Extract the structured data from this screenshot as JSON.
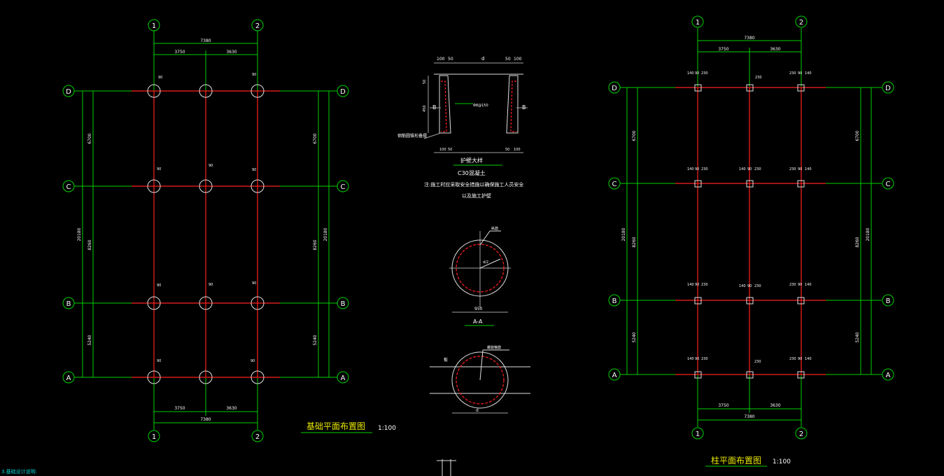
{
  "colors": {
    "background": "#000000",
    "axis_line": "#00d000",
    "column_line": "#ff2020",
    "text": "#ffffff",
    "title": "#e8e800",
    "note": "#00d0d0"
  },
  "foundation_plan": {
    "title": "基础平面布置图",
    "scale": "1:100",
    "col_axes": [
      "1",
      "2"
    ],
    "row_axes": [
      "D",
      "C",
      "B",
      "A"
    ],
    "dim_total_x": "7380",
    "dim_bay_1": "3750",
    "dim_bay_2": "3630",
    "dim_total_y": "20180",
    "dim_y_top": "6700",
    "dim_y_mid": "8260",
    "dim_y_bot": "5240",
    "pile_offset": "90"
  },
  "column_plan": {
    "title": "柱平面布置图",
    "scale": "1:100",
    "col_axes": [
      "1",
      "2"
    ],
    "row_axes": [
      "D",
      "C",
      "B",
      "A"
    ],
    "dim_total_x": "7380",
    "dim_bay_1": "3750",
    "dim_bay_2": "3630",
    "dim_total_y": "20180",
    "dim_y_top": "6700",
    "dim_y_mid": "8260",
    "dim_y_bot": "5240",
    "col_dim_a": "140",
    "col_dim_b": "90",
    "col_dim_c": "230"
  },
  "pile_detail": {
    "dim_100": "100",
    "dim_50": "50",
    "dim_d": "d",
    "dim_50b": "50",
    "dim_100b": "100",
    "dim_side_50": "50",
    "dim_side_450": "450",
    "rebar_label": "Φ8@150",
    "section_mark": "B",
    "left_note": "钢筋圆锥形叠摆",
    "bottom_dims": [
      "100",
      "50",
      "50",
      "100"
    ],
    "title": "护壁大样",
    "concrete": "C30混凝土",
    "note_line1": "注:施工时应采取安全措施以确保施工人员安全",
    "note_line2": "以及施工护壁"
  },
  "section_aa": {
    "bar_label": "纵筋",
    "radius_label": "d/2",
    "diameter": "950",
    "title": "A-A"
  },
  "section_bb": {
    "bar_label": "螺旋箍筋",
    "left_label": "板",
    "diameter": "d"
  },
  "footer_note": "3.基础设计说明:"
}
